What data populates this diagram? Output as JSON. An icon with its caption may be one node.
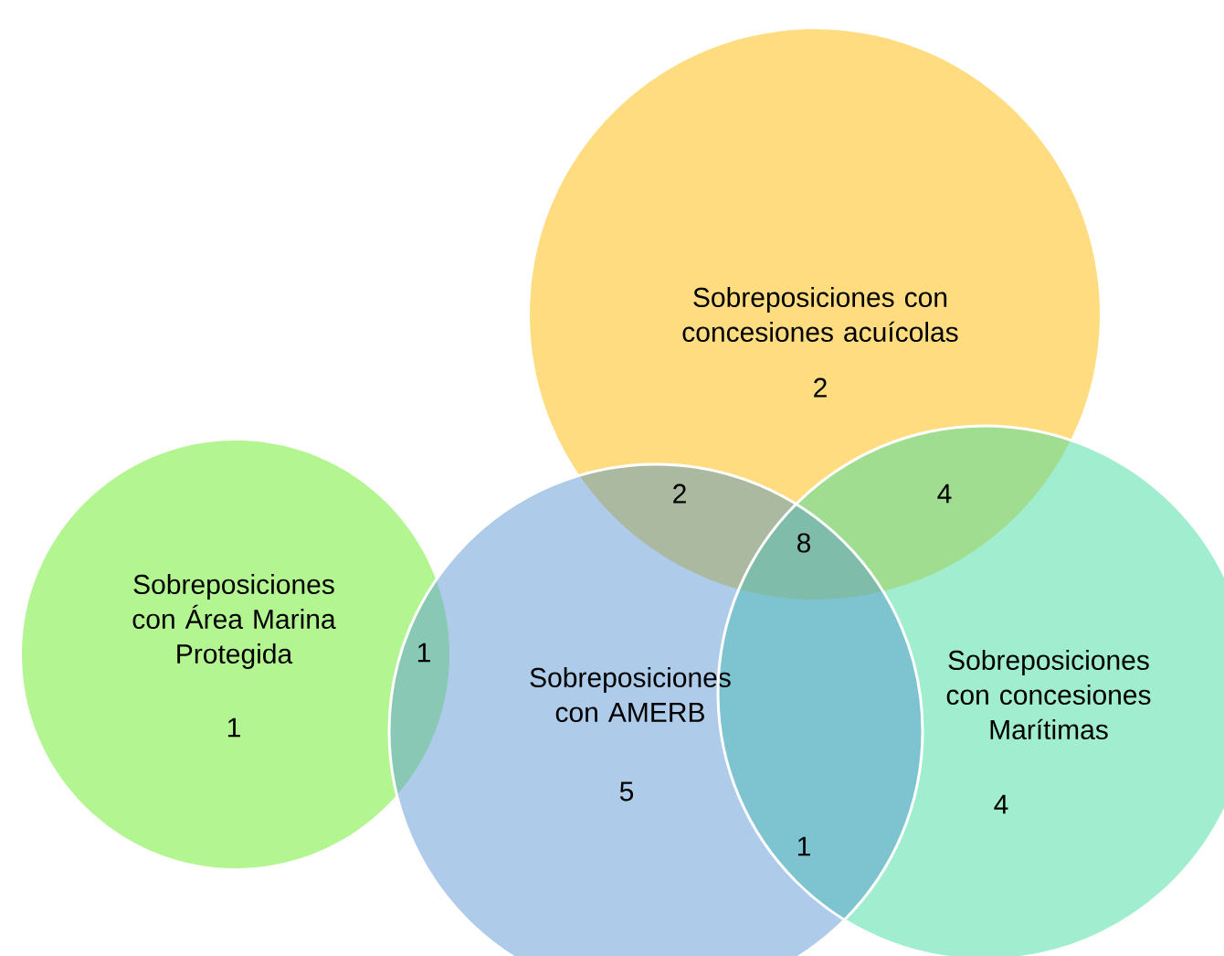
{
  "diagram": {
    "nodes": [
      {
        "text": [
          "Sobreposiciones con concesiones acuícolas",
          "2"
        ]
      },
      {
        "text": [
          "Sobreposiciones con Área Marina Protegida",
          "1"
        ]
      },
      {
        "text": [
          "Sobreposiciones con AMERB",
          "5"
        ]
      },
      {
        "text": [
          "Sobreposiciones con concesiones Marítimas",
          "4"
        ]
      }
    ],
    "labels": [
      "2",
      "4",
      "8",
      "1",
      "1"
    ]
  }
}
